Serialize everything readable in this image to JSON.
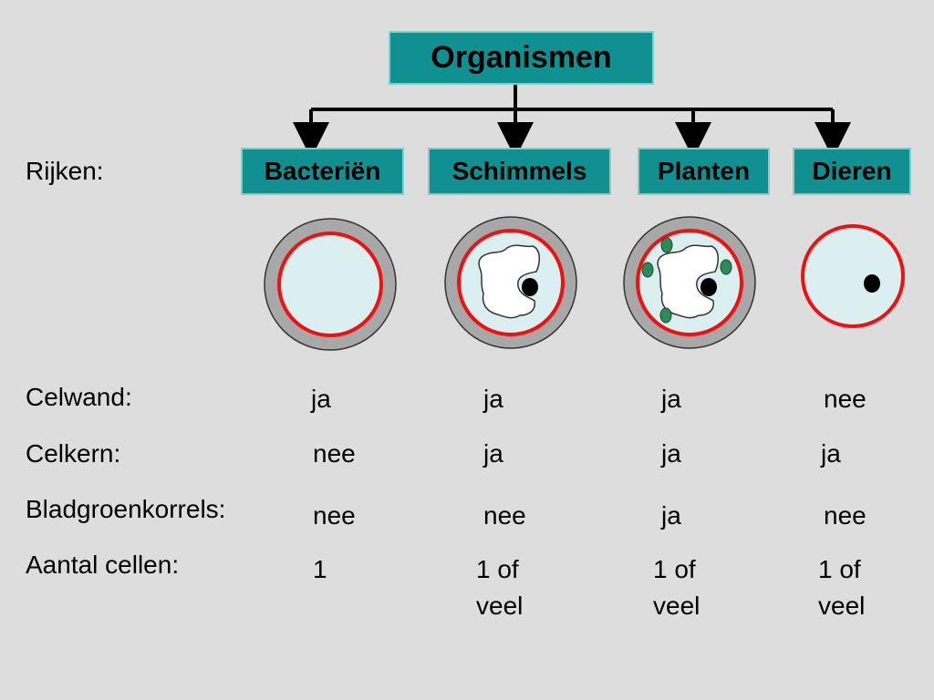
{
  "root": {
    "label": "Organismen"
  },
  "kingdoms_label": "Rijken:",
  "kingdoms": [
    "Bacteriën",
    "Schimmels",
    "Planten",
    "Dieren"
  ],
  "cell_types": [
    {
      "name": "bacteria-cell",
      "cell_wall": true,
      "nucleus": false,
      "chloroplasts": false
    },
    {
      "name": "fungus-cell",
      "cell_wall": true,
      "nucleus": true,
      "chloroplasts": false
    },
    {
      "name": "plant-cell",
      "cell_wall": true,
      "nucleus": true,
      "chloroplasts": true
    },
    {
      "name": "animal-cell",
      "cell_wall": false,
      "nucleus": true,
      "chloroplasts": false
    }
  ],
  "colors": {
    "box_fill": "#109090",
    "box_border": "#8cc8c8",
    "background": "#dddddd",
    "cell_wall": "#a8a8a8",
    "membrane": "#ee1111",
    "cytoplasm": "#dbeef0",
    "vacuole": "#ffffff",
    "nucleus": "#000000",
    "chloroplast": "#2e8b57"
  },
  "rows": [
    {
      "label": "Celwand:",
      "values": [
        "ja",
        "ja",
        "ja",
        "nee"
      ]
    },
    {
      "label": "Celkern:",
      "values": [
        "nee",
        "ja",
        "ja",
        "ja"
      ]
    },
    {
      "label": "Bladgroenkorrels:",
      "values": [
        "nee",
        "nee",
        "ja",
        "nee"
      ]
    },
    {
      "label": "Aantal cellen:",
      "values": [
        "1",
        "1 of veel",
        "1 of veel",
        "1 of veel"
      ]
    }
  ]
}
